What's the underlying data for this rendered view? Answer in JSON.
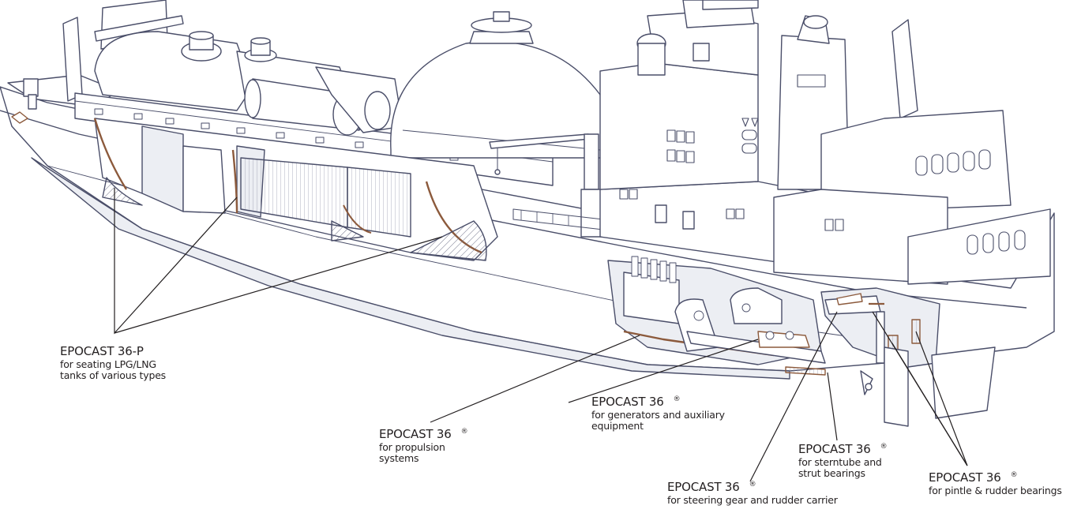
{
  "colors": {
    "line": "#4a4e69",
    "fill": "#ffffff",
    "shade": "#eceef3",
    "accent": "#8c5a3c",
    "leader": "#231f20"
  },
  "callouts": [
    {
      "title": "EPOCAST 36-P",
      "mark": "",
      "desc": [
        "for seating LPG/LNG",
        "tanks of various types"
      ]
    },
    {
      "title": "EPOCAST 36",
      "mark": "®",
      "desc": [
        "for generators and auxiliary",
        "equipment"
      ]
    },
    {
      "title": "EPOCAST 36",
      "mark": "®",
      "desc": [
        "for propulsion",
        "systems"
      ]
    },
    {
      "title": "EPOCAST 36",
      "mark": "®",
      "desc": [
        "for sterntube and",
        "strut bearings"
      ]
    },
    {
      "title": "EPOCAST 36",
      "mark": "®",
      "desc": [
        "for steering gear and rudder carrier"
      ]
    },
    {
      "title": "EPOCAST 36",
      "mark": "®",
      "desc": [
        "for pintle & rudder bearings"
      ]
    }
  ]
}
